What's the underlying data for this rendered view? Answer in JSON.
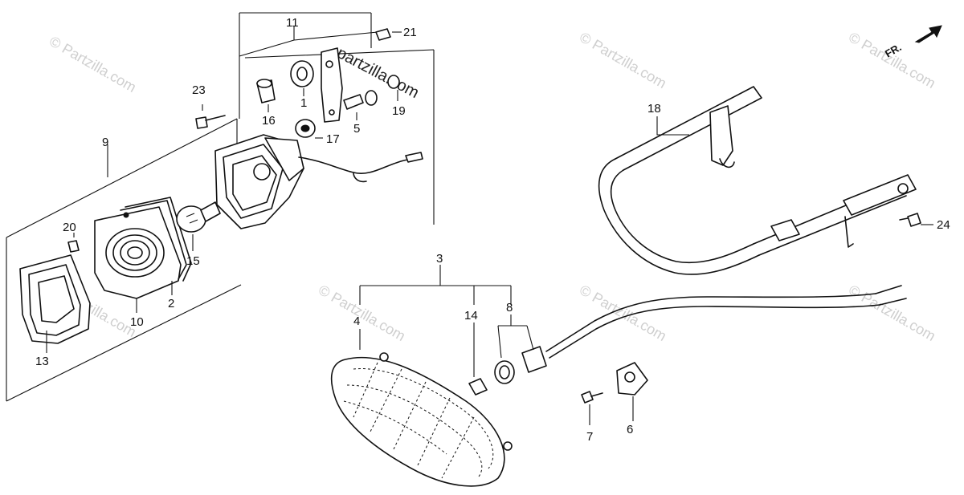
{
  "watermark": {
    "text": "© Partzilla.com",
    "center_text": "partzilla.com"
  },
  "direction_indicator": {
    "label": "FR."
  },
  "callouts": {
    "n1": "1",
    "n2": "2",
    "n3": "3",
    "n4": "4",
    "n5": "5",
    "n6": "6",
    "n7": "7",
    "n8": "8",
    "n9": "9",
    "n10": "10",
    "n11": "11",
    "n13": "13",
    "n14": "14",
    "n15": "15",
    "n16": "16",
    "n17": "17",
    "n18": "18",
    "n19": "19",
    "n20": "20",
    "n21": "21",
    "n23": "23",
    "n24": "24"
  }
}
